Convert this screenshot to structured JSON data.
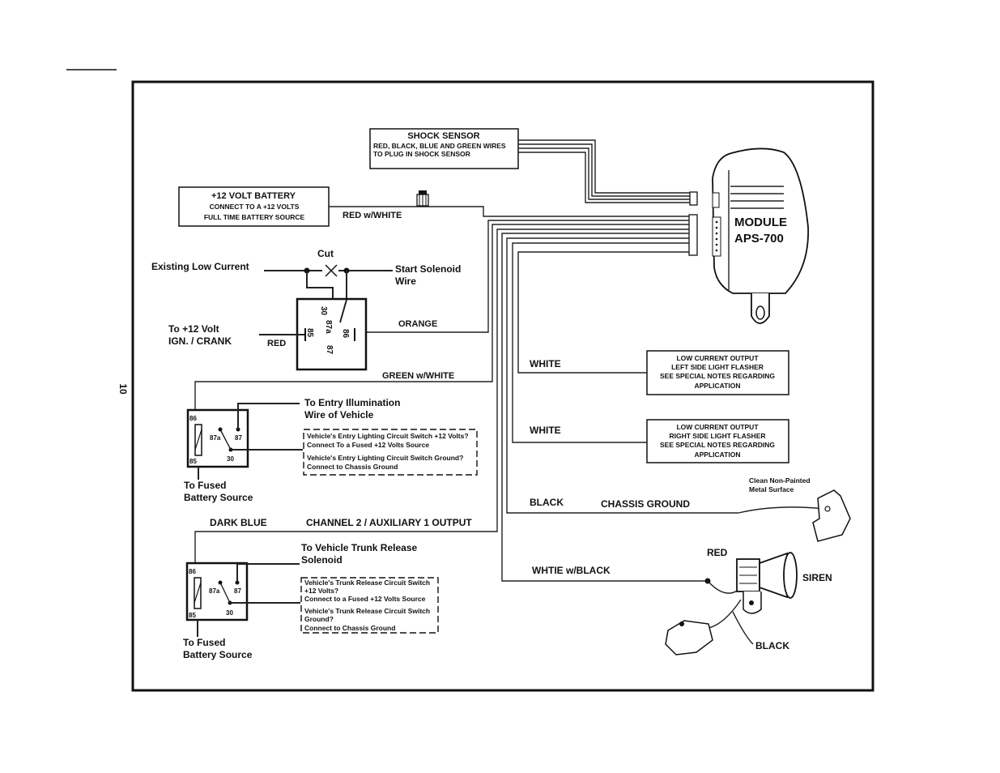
{
  "page_number": "10",
  "shock_sensor": {
    "title": "SHOCK SENSOR",
    "line1": "RED, BLACK, BLUE AND GREEN WIRES",
    "line2": "TO PLUG IN SHOCK SENSOR"
  },
  "battery": {
    "title": "+12 VOLT BATTERY",
    "line1": "CONNECT TO A +12 VOLTS",
    "line2": "FULL TIME BATTERY SOURCE",
    "wire": "RED w/WHITE"
  },
  "module": {
    "line1": "MODULE",
    "line2": "APS-700"
  },
  "starter": {
    "cut": "Cut",
    "existing": "Existing  Low  Current",
    "start1": "Start  Solenoid",
    "start2": "Wire",
    "ign1": "To +12 Volt",
    "ign2": "IGN. / CRANK",
    "red": "RED",
    "orange": "ORANGE",
    "pins": {
      "p30": "30",
      "p87a": "87a",
      "p85": "85",
      "p86": "86",
      "p87": "87"
    }
  },
  "dome": {
    "wire": "GREEN w/WHITE",
    "to1": "To  Entry  Illumination",
    "to2": "Wire  of  Vehicle",
    "note1a": "Vehicle's Entry Lighting Circuit Switch +12 Volts?",
    "note1b": "Connect To a Fused +12 Volts Source",
    "note2a": "Vehicle's Entry Lighting Circuit Switch Ground?",
    "note2b": "Connect to Chassis Ground",
    "fused1": "To  Fused",
    "fused2": "Battery  Source",
    "pins": {
      "p86": "86",
      "p85": "85",
      "p87a": "87a",
      "p87": "87",
      "p30": "30"
    }
  },
  "trunk": {
    "wire": "DARK BLUE",
    "channel": "CHANNEL 2 / AUXILIARY 1 OUTPUT",
    "to1": "To  Vehicle  Trunk  Release",
    "to2": "Solenoid",
    "note1a": "Vehicle's Trunk Release Circuit Switch",
    "note1b": "+12 Volts?",
    "note1c": "Connect to a Fused +12 Volts Source",
    "note2a": "Vehicle's Trunk Release Circuit Switch",
    "note2b": "Ground?",
    "note2c": "Connect to Chassis Ground",
    "fused1": "To  Fused",
    "fused2": "Battery  Source",
    "pins": {
      "p86": "86",
      "p85": "85",
      "p87a": "87a",
      "p87": "87",
      "p30": "30"
    }
  },
  "flasher_left": {
    "wire": "WHITE",
    "line1": "LOW CURRENT OUTPUT",
    "line2": "LEFT SIDE LIGHT FLASHER",
    "line3": "SEE SPECIAL NOTES REGARDING",
    "line4": "APPLICATION"
  },
  "flasher_right": {
    "wire": "WHITE",
    "line1": "LOW CURRENT OUTPUT",
    "line2": "RIGHT SIDE LIGHT FLASHER",
    "line3": "SEE SPECIAL NOTES REGARDING",
    "line4": "APPLICATION"
  },
  "ground": {
    "wire": "BLACK",
    "label": "CHASSIS GROUND",
    "note1": "Clean Non-Painted",
    "note2": "Metal Surface"
  },
  "siren": {
    "wire": "WHTIE w/BLACK",
    "red": "RED",
    "label": "SIREN",
    "black": "BLACK"
  }
}
